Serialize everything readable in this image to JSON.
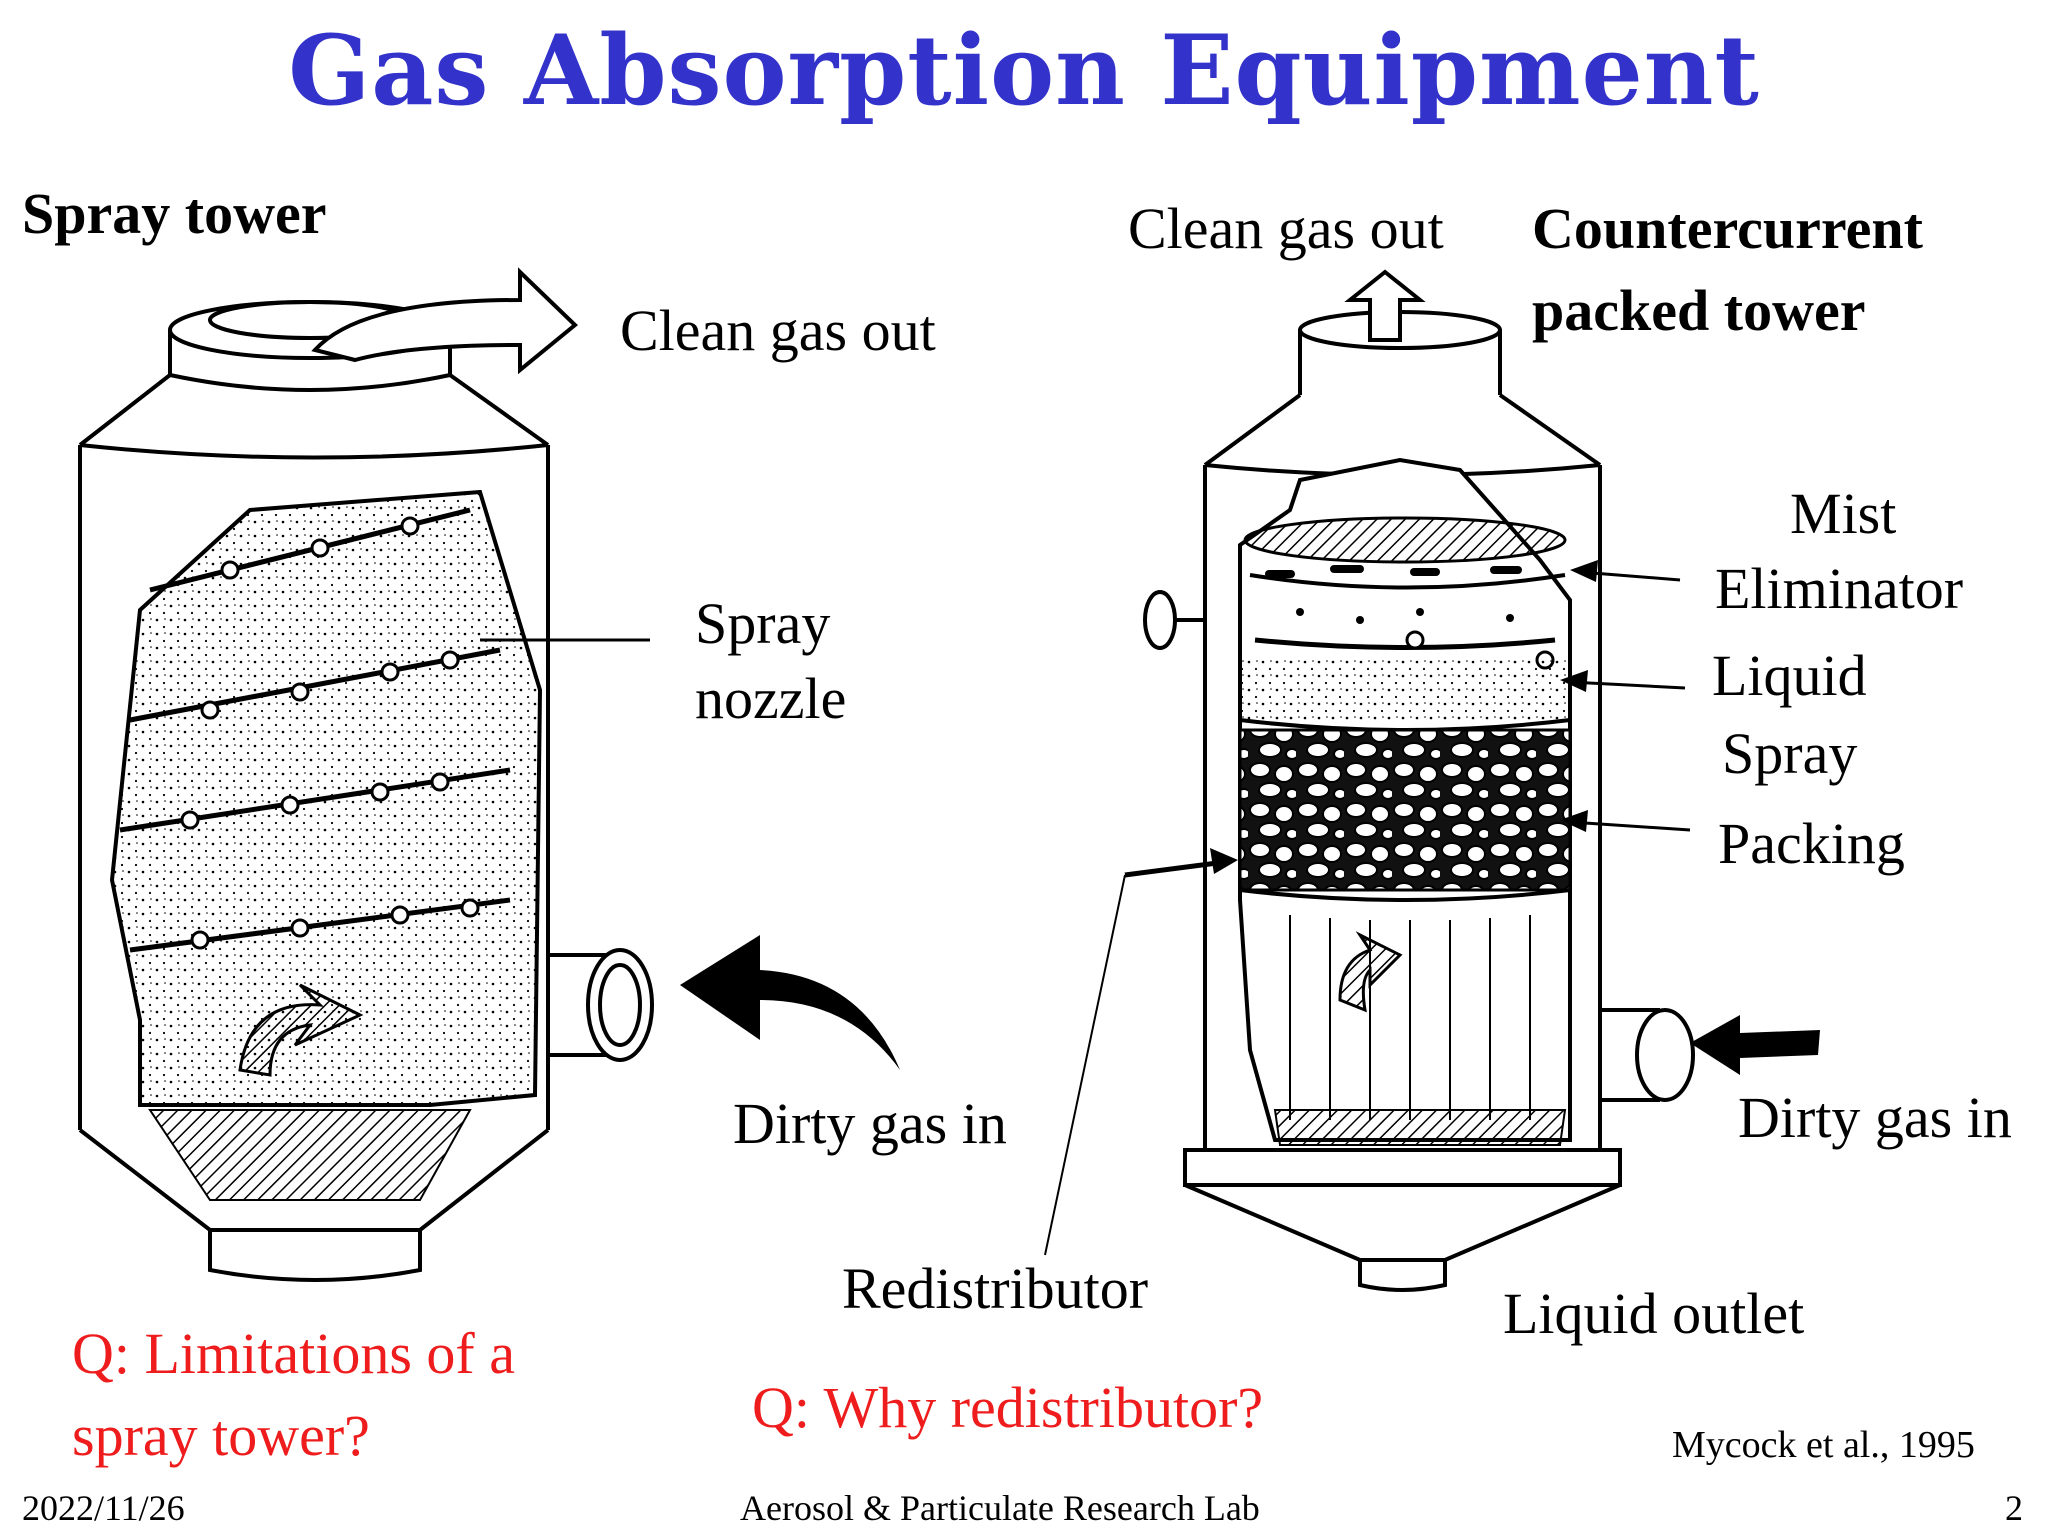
{
  "title": "Gas Absorption Equipment",
  "spray_tower": {
    "name": "Spray tower",
    "clean_gas_out": "Clean gas out",
    "spray_nozzle_line1": "Spray",
    "spray_nozzle_line2": "nozzle",
    "dirty_gas_in": "Dirty gas in",
    "question_line1": "Q: Limitations of a",
    "question_line2": "spray tower?"
  },
  "packed_tower": {
    "name_line1": "Countercurrent",
    "name_line2": "packed tower",
    "clean_gas_out": "Clean gas out",
    "mist_line1": "Mist",
    "mist_line2": "Eliminator",
    "liquid_spray_line1": "Liquid",
    "liquid_spray_line2": "Spray",
    "packing": "Packing",
    "dirty_gas_in": "Dirty gas in",
    "redistributor": "Redistributor",
    "liquid_outlet": "Liquid outlet",
    "question": "Q: Why redistributor?"
  },
  "citation": "Mycock et al., 1995",
  "footer": {
    "date": "2022/11/26",
    "lab": "Aerosol & Particulate Research Lab",
    "page": "2"
  },
  "colors": {
    "title": "#3333cc",
    "question": "#ee1c1c"
  }
}
